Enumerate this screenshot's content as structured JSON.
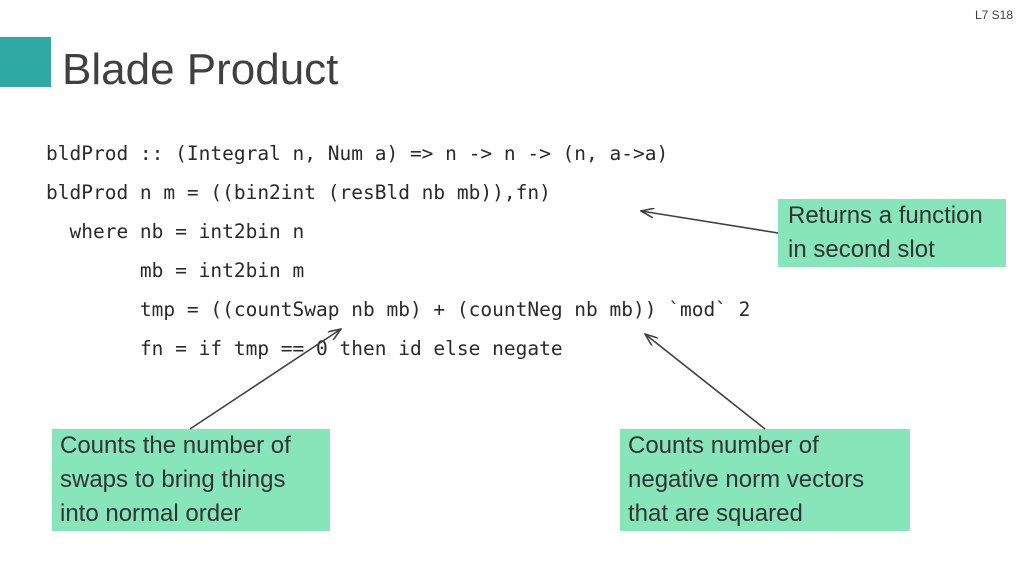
{
  "slide": {
    "number": "L7 S18",
    "title": "Blade Product"
  },
  "code": {
    "lines": [
      "bldProd :: (Integral n, Num a) => n -> n -> (n, a->a)",
      "bldProd n m = ((bin2int (resBld nb mb)),fn)",
      "  where nb = int2bin n",
      "        mb = int2bin m",
      "        tmp = ((countSwap nb mb) + (countNeg nb mb)) `mod` 2",
      "        fn = if tmp == 0 then id else negate"
    ]
  },
  "callouts": {
    "fn": {
      "lines": [
        "Returns a function",
        "in second slot"
      ]
    },
    "swap": {
      "lines": [
        "Counts the number of",
        "swaps to bring things",
        "into normal order"
      ]
    },
    "neg": {
      "lines": [
        "Counts number of",
        "negative norm vectors",
        "that are squared"
      ]
    }
  },
  "colors": {
    "accent": "#2fa9a3",
    "callout_bg": "#87e6b9",
    "title_text": "#404040"
  }
}
